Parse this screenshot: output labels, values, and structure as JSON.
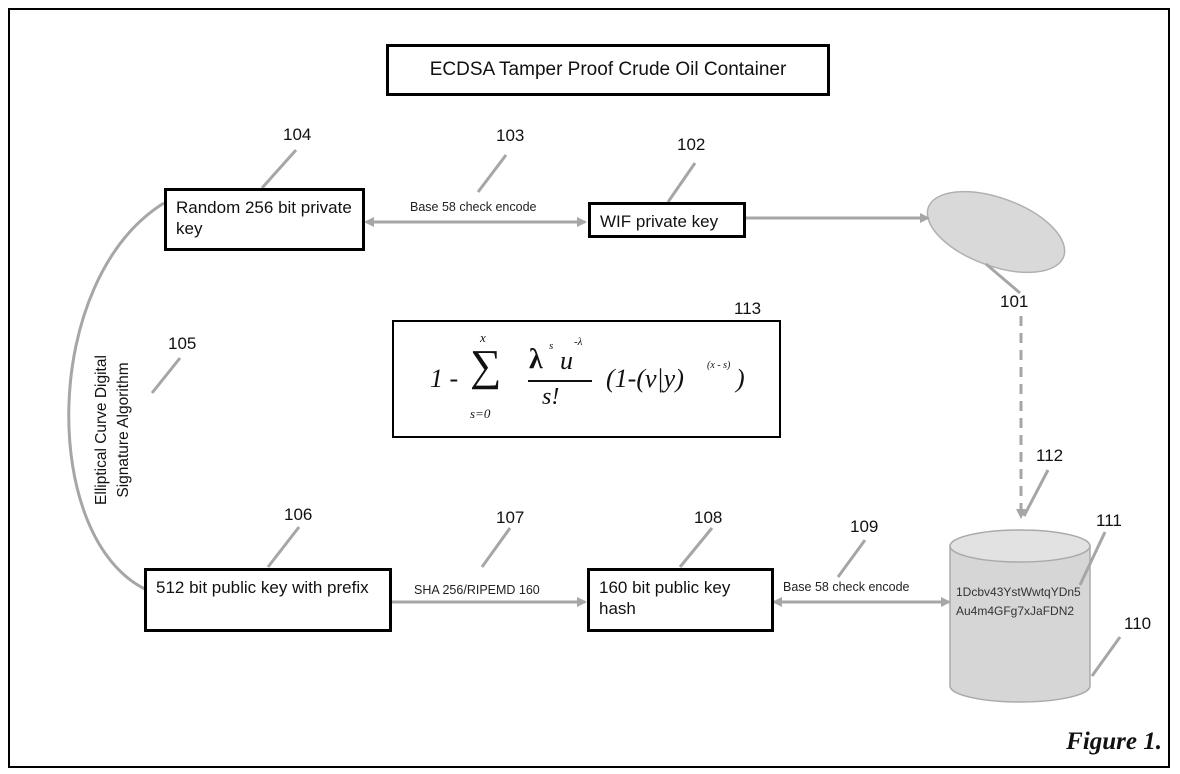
{
  "title": "ECDSA Tamper Proof Crude Oil Container",
  "boxes": {
    "random_key": "Random 256 bit private key",
    "wif_key": "WIF private key",
    "public_key": "512 bit public key with prefix",
    "public_key_hash": "160 bit public key hash"
  },
  "edge_labels": {
    "base58_top": "Base 58 check encode",
    "sha_ripemd": "SHA 256/RIPEMD 160",
    "base58_bottom": "Base 58 check encode",
    "ecdsa_line1": "Elliptical Curve Digital",
    "ecdsa_line2": "Signature Algorithm"
  },
  "refs": {
    "r101": "101",
    "r102": "102",
    "r103": "103",
    "r104": "104",
    "r105": "105",
    "r106": "106",
    "r107": "107",
    "r108": "108",
    "r109": "109",
    "r110": "110",
    "r111": "111",
    "r112": "112",
    "r113": "113"
  },
  "container_address": {
    "line1": "1Dcbv43YstWwtqYDn5",
    "line2": "Au4m4GFg7xJaFDN2"
  },
  "formula": {
    "one_minus": "1 -",
    "sigma": "∑",
    "upper": "x",
    "lower": "s=0",
    "lambda": "λ",
    "sup_s": "s",
    "u": "u",
    "sup_neg_lambda": "-λ",
    "denominator": "s!",
    "tail": "(1-(v|y)",
    "exponent": "(x - s)",
    "close": ")"
  },
  "figure_label": "Figure 1.",
  "colors": {
    "connector": "#a6a6a6",
    "shape_fill": "#d9d9d9",
    "border": "#000000"
  }
}
